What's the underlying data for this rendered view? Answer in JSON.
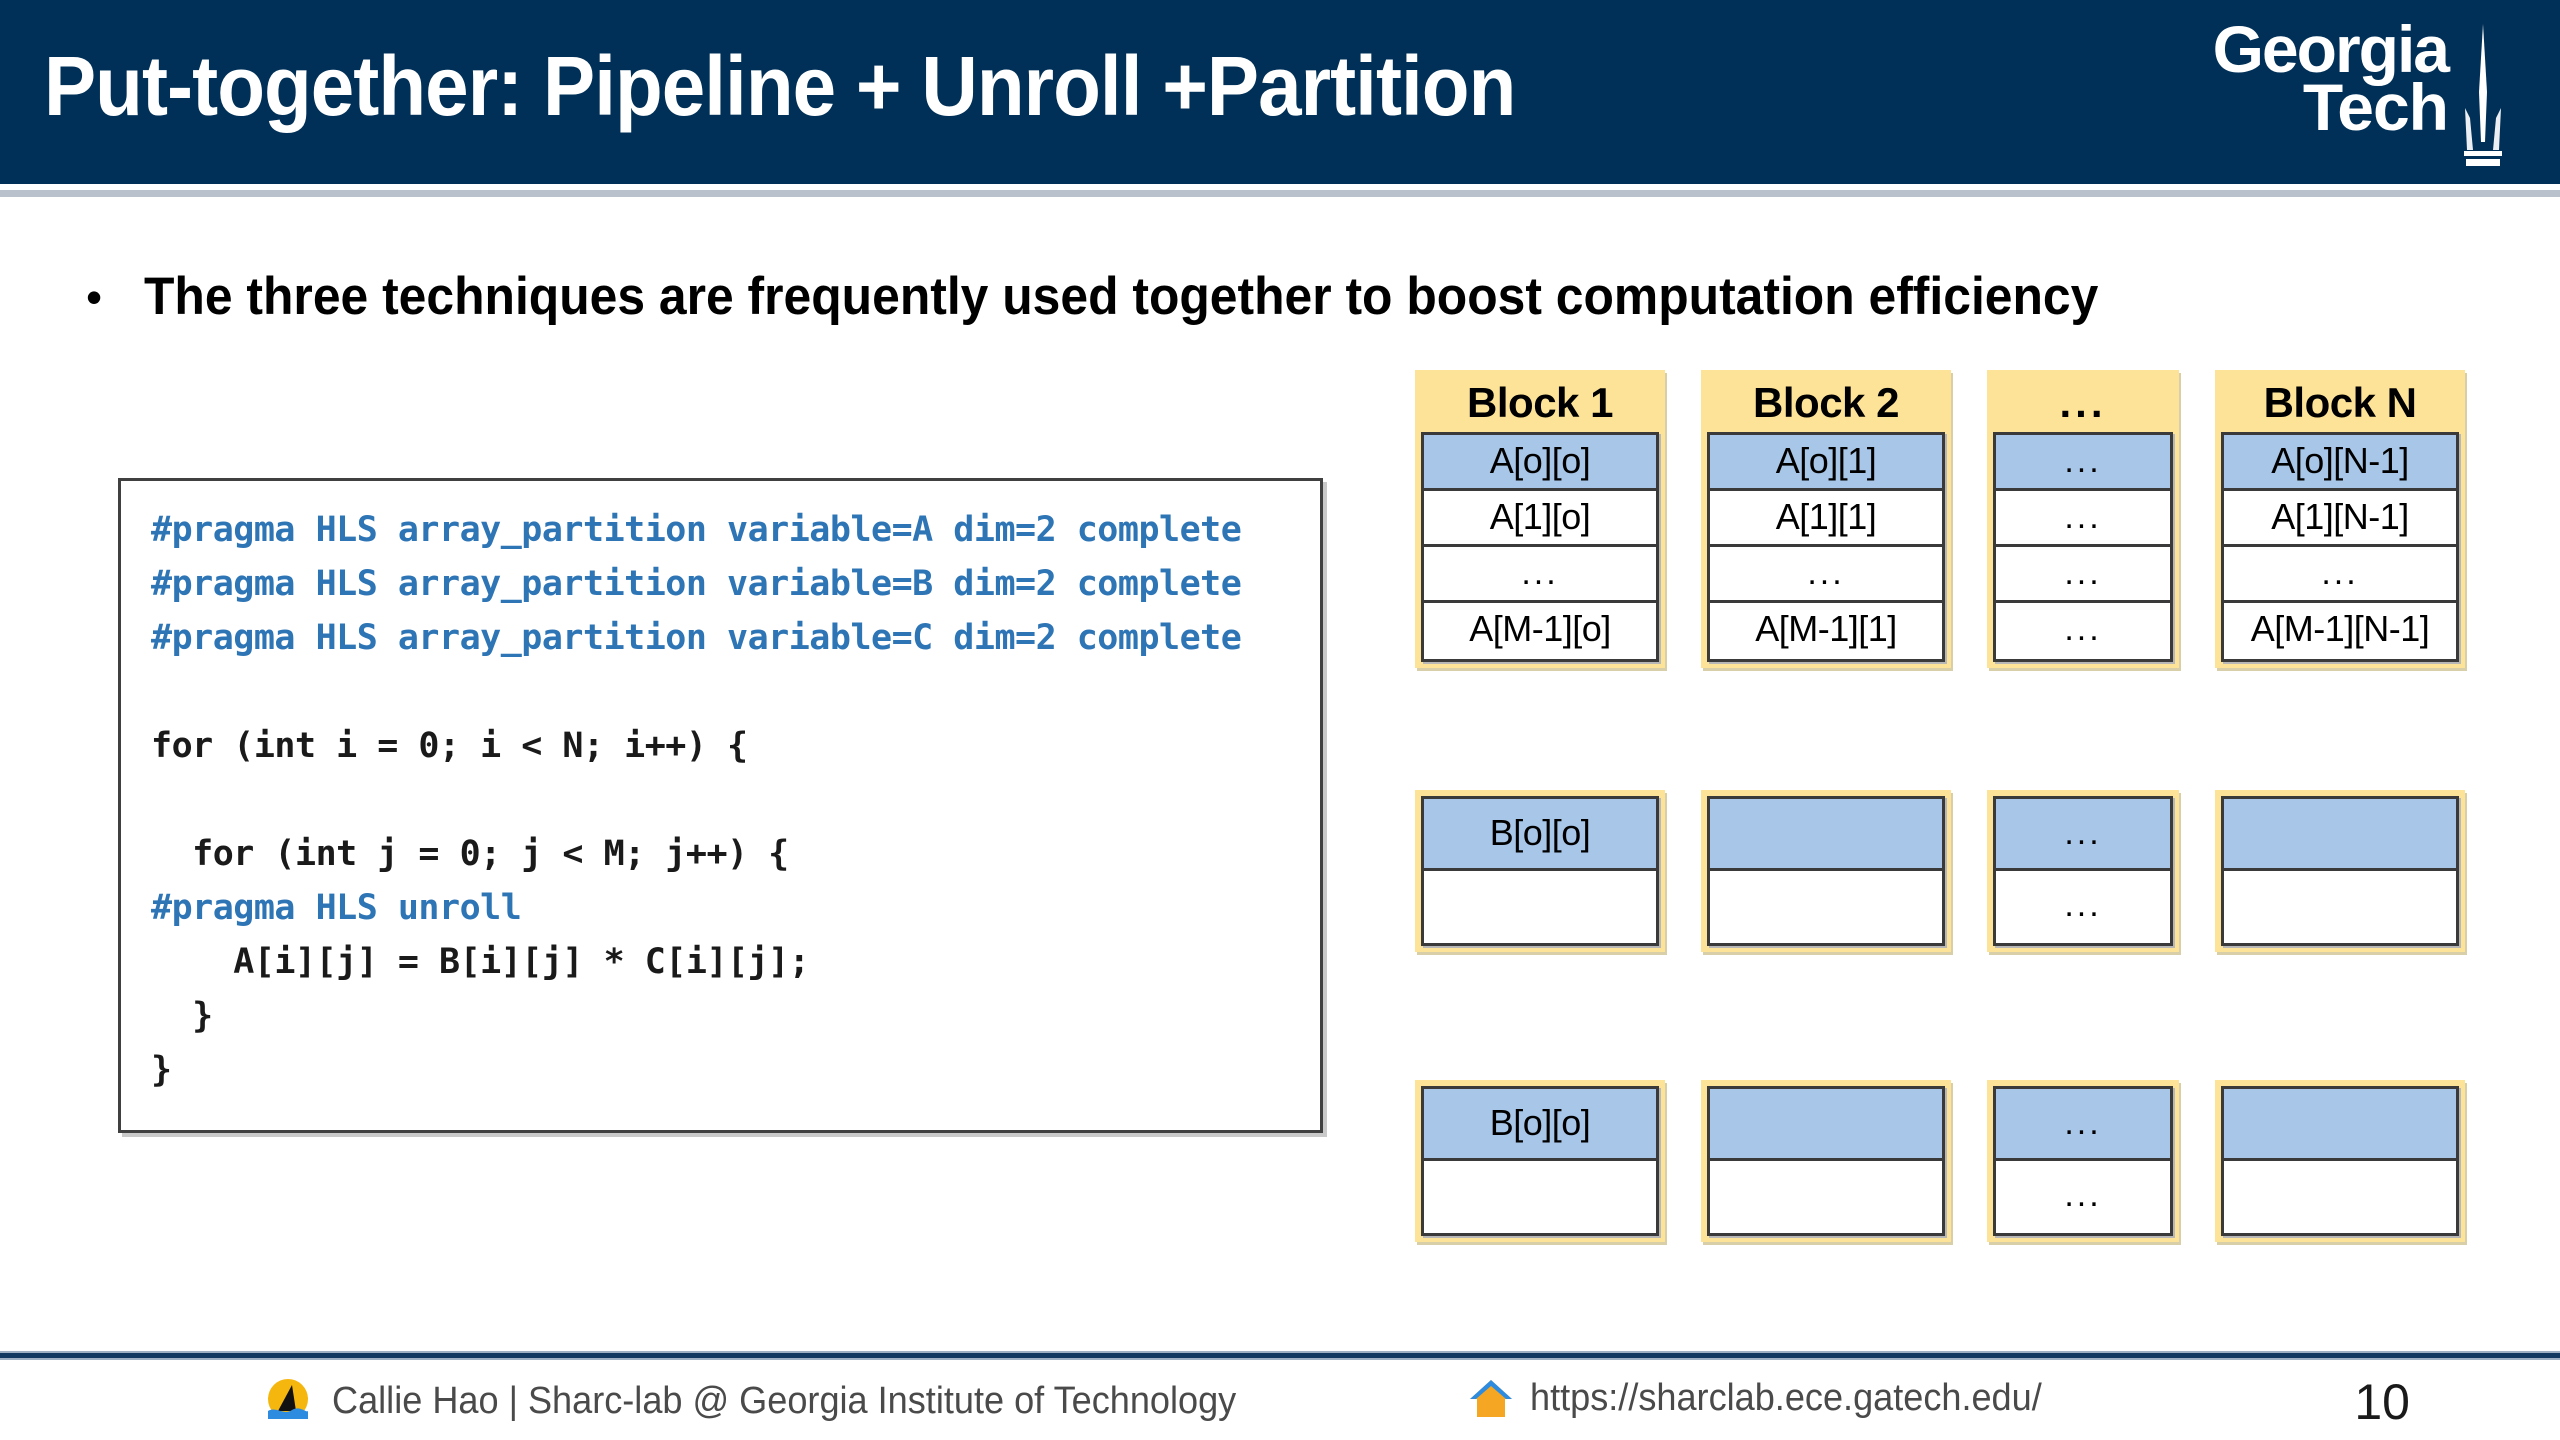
{
  "header": {
    "title": "Put-together: Pipeline + Unroll +Partition",
    "logo": {
      "line1": "Georgia",
      "line2": "Tech",
      "tower_icon": "gt-tower-icon"
    },
    "bg_color": "#003057"
  },
  "body": {
    "bullet_marker": "•",
    "bullet_text": "The three techniques are frequently used together to boost computation efficiency"
  },
  "code": {
    "lines": [
      {
        "text": "#pragma HLS array_partition variable=A dim=2 complete",
        "kind": "pragma"
      },
      {
        "text": "#pragma HLS array_partition variable=B dim=2 complete",
        "kind": "pragma"
      },
      {
        "text": "#pragma HLS array_partition variable=C dim=2 complete",
        "kind": "pragma"
      },
      {
        "text": "",
        "kind": "blank"
      },
      {
        "text": "for (int i = 0; i < N; i++) {",
        "kind": "code"
      },
      {
        "text": "",
        "kind": "blank"
      },
      {
        "text": "  for (int j = 0; j < M; j++) {",
        "kind": "code"
      },
      {
        "text": "#pragma HLS unroll",
        "kind": "pragma"
      },
      {
        "text": "    A[i][j] = B[i][j] * C[i][j];",
        "kind": "code"
      },
      {
        "text": "  }",
        "kind": "code"
      },
      {
        "text": "}",
        "kind": "code"
      }
    ],
    "pragma_color": "#2e75b6",
    "code_color": "#1a1a1a"
  },
  "diagram": {
    "block_bg_color": "#fce398",
    "selected_cell_color": "#a8c6e8",
    "rows": [
      {
        "name": "array-a-row",
        "blocks": [
          {
            "label": "Block 1",
            "width": "wide",
            "cells": [
              {
                "text": "A[o][o]",
                "selected": true
              },
              {
                "text": "A[1][o]",
                "selected": false
              },
              {
                "text": "...",
                "selected": false
              },
              {
                "text": "A[M-1][o]",
                "selected": false
              }
            ]
          },
          {
            "label": "Block 2",
            "width": "wide",
            "cells": [
              {
                "text": "A[o][1]",
                "selected": true
              },
              {
                "text": "A[1][1]",
                "selected": false
              },
              {
                "text": "...",
                "selected": false
              },
              {
                "text": "A[M-1][1]",
                "selected": false
              }
            ]
          },
          {
            "label": "...",
            "width": "narrow",
            "cells": [
              {
                "text": "...",
                "selected": true
              },
              {
                "text": "...",
                "selected": false
              },
              {
                "text": "...",
                "selected": false
              },
              {
                "text": "...",
                "selected": false
              }
            ]
          },
          {
            "label": "Block N",
            "width": "wide",
            "cells": [
              {
                "text": "A[o][N-1]",
                "selected": true
              },
              {
                "text": "A[1][N-1]",
                "selected": false
              },
              {
                "text": "...",
                "selected": false
              },
              {
                "text": "A[M-1][N-1]",
                "selected": false
              }
            ]
          }
        ]
      },
      {
        "name": "array-b-row",
        "blocks": [
          {
            "label": "",
            "width": "wide",
            "cells": [
              {
                "text": "B[o][o]",
                "selected": true
              },
              {
                "text": "",
                "selected": false
              }
            ]
          },
          {
            "label": "",
            "width": "wide",
            "cells": [
              {
                "text": "",
                "selected": true
              },
              {
                "text": "",
                "selected": false
              }
            ]
          },
          {
            "label": "",
            "width": "narrow",
            "cells": [
              {
                "text": "...",
                "selected": true
              },
              {
                "text": "...",
                "selected": false
              }
            ]
          },
          {
            "label": "",
            "width": "wide",
            "cells": [
              {
                "text": "",
                "selected": true
              },
              {
                "text": "",
                "selected": false
              }
            ]
          }
        ]
      },
      {
        "name": "array-c-row",
        "blocks": [
          {
            "label": "",
            "width": "wide",
            "cells": [
              {
                "text": "B[o][o]",
                "selected": true
              },
              {
                "text": "",
                "selected": false
              }
            ]
          },
          {
            "label": "",
            "width": "wide",
            "cells": [
              {
                "text": "",
                "selected": true
              },
              {
                "text": "",
                "selected": false
              }
            ]
          },
          {
            "label": "",
            "width": "narrow",
            "cells": [
              {
                "text": "...",
                "selected": true
              },
              {
                "text": "...",
                "selected": false
              }
            ]
          },
          {
            "label": "",
            "width": "wide",
            "cells": [
              {
                "text": "",
                "selected": true
              },
              {
                "text": "",
                "selected": false
              }
            ]
          }
        ]
      }
    ]
  },
  "footer": {
    "author_logo_icon": "sharc-lab-logo-icon",
    "author_text": "Callie Hao | Sharc-lab @ Georgia Institute of Technology",
    "home_icon": "home-icon",
    "url_text": "https://sharclab.ece.gatech.edu/",
    "page_number": "10"
  }
}
